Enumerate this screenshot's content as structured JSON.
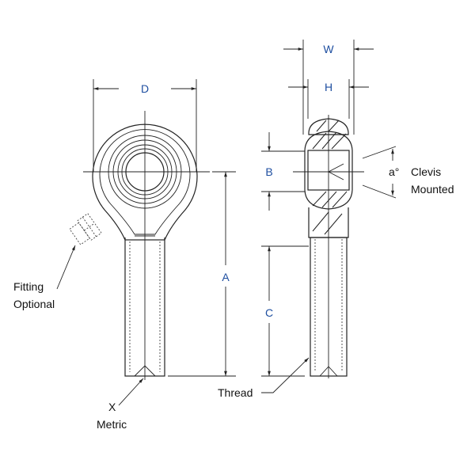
{
  "title": "Rod End Dimension Drawing",
  "dimensions": {
    "D": "D",
    "W": "W",
    "H": "H",
    "B": "B",
    "A": "A",
    "C": "C",
    "angle": "a°"
  },
  "labels": {
    "clevis_line1": "Clevis",
    "clevis_line2": "Mounted",
    "fitting_line1": "Fitting",
    "fitting_line2": "Optional",
    "x_label": "X",
    "metric_label": "Metric",
    "thread_label": "Thread"
  },
  "colors": {
    "dimension_text": "#1f4fa0",
    "line": "#222222"
  }
}
